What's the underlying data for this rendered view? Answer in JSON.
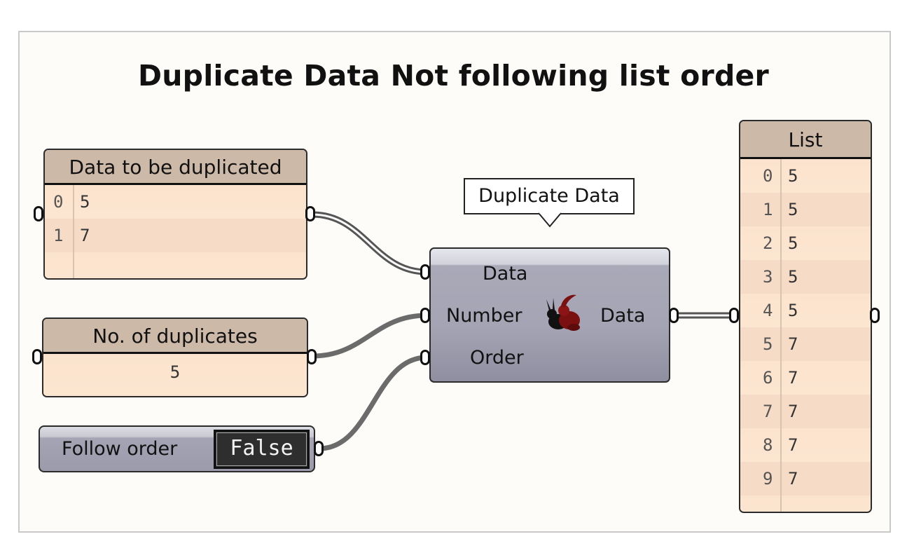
{
  "title": "Duplicate Data Not following list order",
  "data_panel": {
    "header": "Data to be duplicated",
    "rows": [
      {
        "index": "0",
        "value": "5"
      },
      {
        "index": "1",
        "value": "7"
      }
    ]
  },
  "number_panel": {
    "header": "No. of duplicates",
    "value": "5"
  },
  "toggle": {
    "label": "Follow order",
    "value": "False"
  },
  "component": {
    "tooltip": "Duplicate Data",
    "inputs": [
      "Data",
      "Number",
      "Order"
    ],
    "output": "Data",
    "icon": "rabbit-icon"
  },
  "list_panel": {
    "header": "List",
    "rows": [
      {
        "index": "0",
        "value": "5"
      },
      {
        "index": "1",
        "value": "5"
      },
      {
        "index": "2",
        "value": "5"
      },
      {
        "index": "3",
        "value": "5"
      },
      {
        "index": "4",
        "value": "5"
      },
      {
        "index": "5",
        "value": "7"
      },
      {
        "index": "6",
        "value": "7"
      },
      {
        "index": "7",
        "value": "7"
      },
      {
        "index": "8",
        "value": "7"
      },
      {
        "index": "9",
        "value": "7"
      }
    ]
  },
  "colors": {
    "panel_fill": "#fde6cf",
    "panel_header": "#cdb9a8",
    "component_fill": "#a4a4b4",
    "wire": "#6b6b6b",
    "background": "#fdfcf8"
  }
}
